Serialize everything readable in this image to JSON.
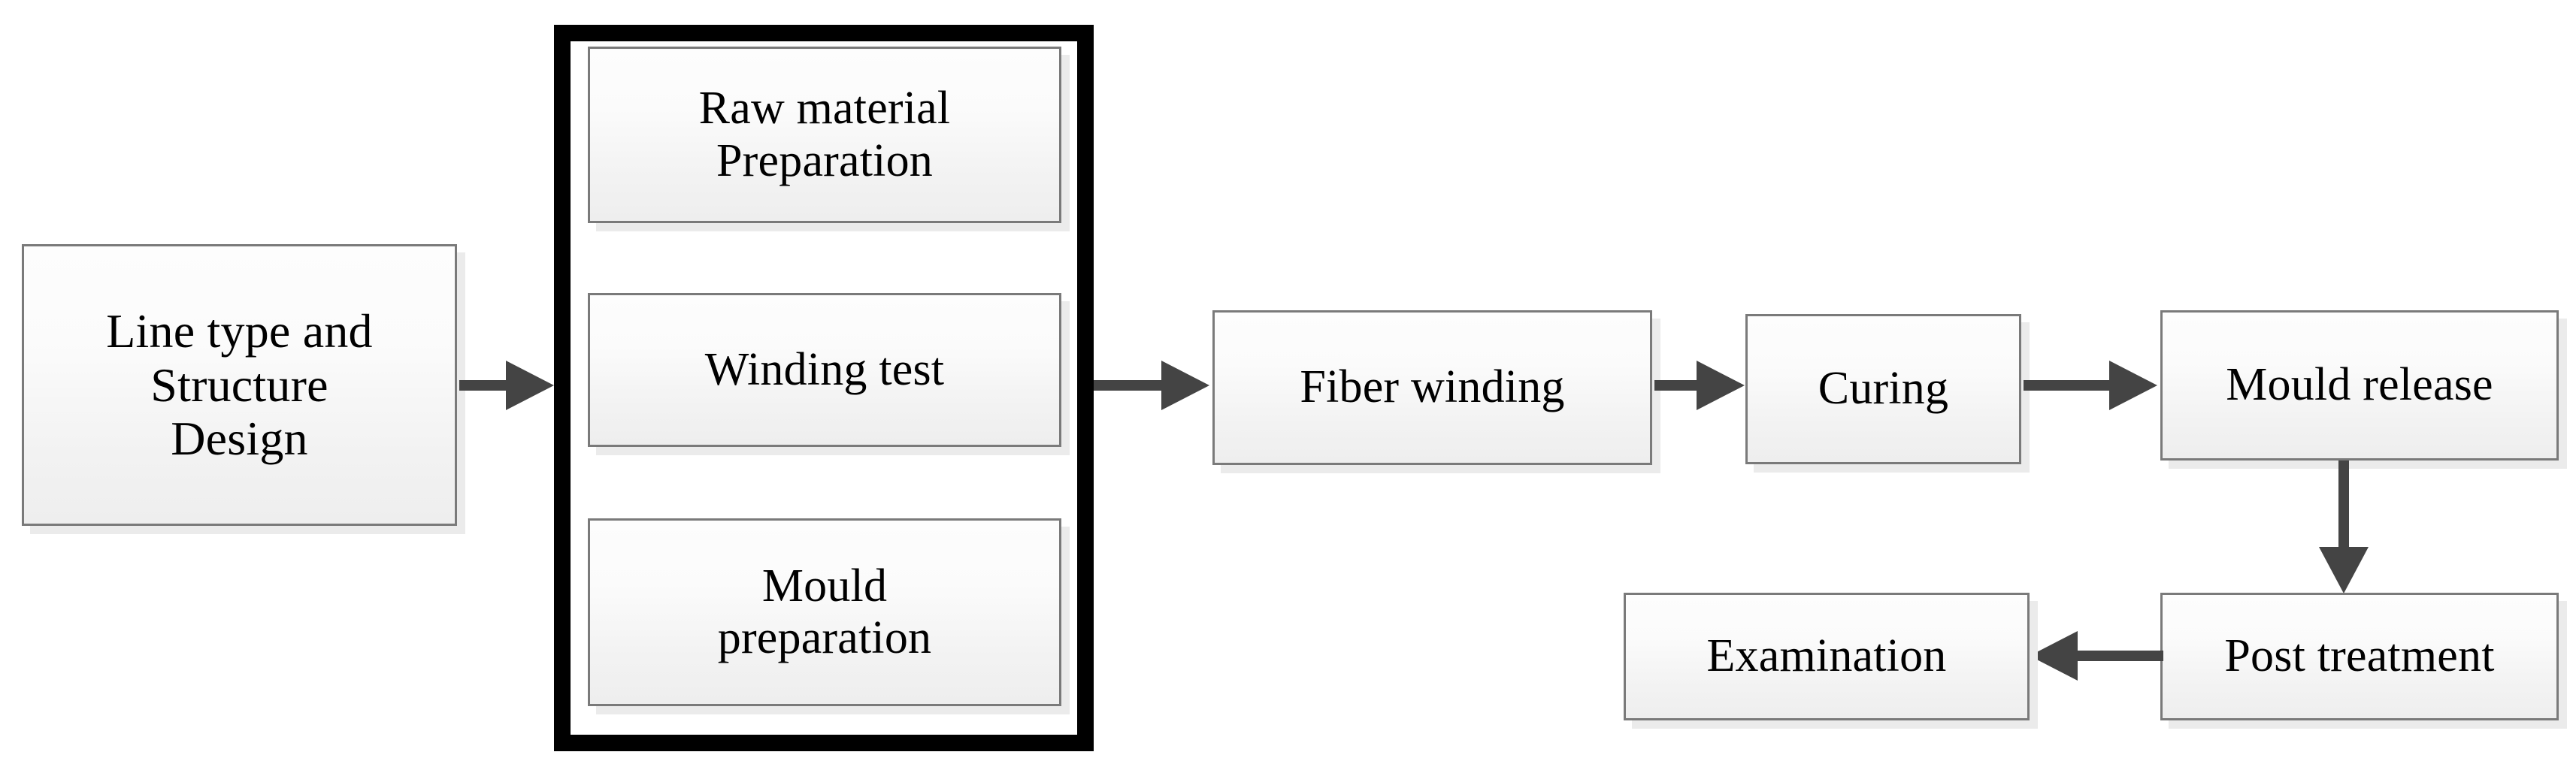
{
  "diagram": {
    "title": "Filament winding manufacturing process flowchart",
    "colors": {
      "box_border": "#7a7a7a",
      "box_fill_top": "#fdfdfd",
      "box_fill_bottom": "#eeeeee",
      "box_shadow": "#ebebeb",
      "group_border": "#000000",
      "arrow": "#444444",
      "text": "#000000",
      "background": "#ffffff"
    },
    "nodes": [
      {
        "id": "design",
        "label": "Line type and\nStructure\nDesign"
      },
      {
        "id": "raw-material",
        "label": "Raw material\nPreparation"
      },
      {
        "id": "winding-test",
        "label": "Winding test"
      },
      {
        "id": "mould-prep",
        "label": "Mould\npreparation"
      },
      {
        "id": "fiber-winding",
        "label": "Fiber winding"
      },
      {
        "id": "curing",
        "label": "Curing"
      },
      {
        "id": "mould-release",
        "label": "Mould release"
      },
      {
        "id": "post-treatment",
        "label": "Post treatment"
      },
      {
        "id": "examination",
        "label": "Examination"
      }
    ],
    "group": {
      "id": "preparation-group",
      "label": "",
      "members": [
        "raw-material",
        "winding-test",
        "mould-prep"
      ]
    },
    "edges": [
      {
        "from": "design",
        "to": "preparation-group",
        "direction": "right"
      },
      {
        "from": "preparation-group",
        "to": "fiber-winding",
        "direction": "right"
      },
      {
        "from": "fiber-winding",
        "to": "curing",
        "direction": "right"
      },
      {
        "from": "curing",
        "to": "mould-release",
        "direction": "right"
      },
      {
        "from": "mould-release",
        "to": "post-treatment",
        "direction": "down"
      },
      {
        "from": "post-treatment",
        "to": "examination",
        "direction": "left"
      }
    ]
  }
}
